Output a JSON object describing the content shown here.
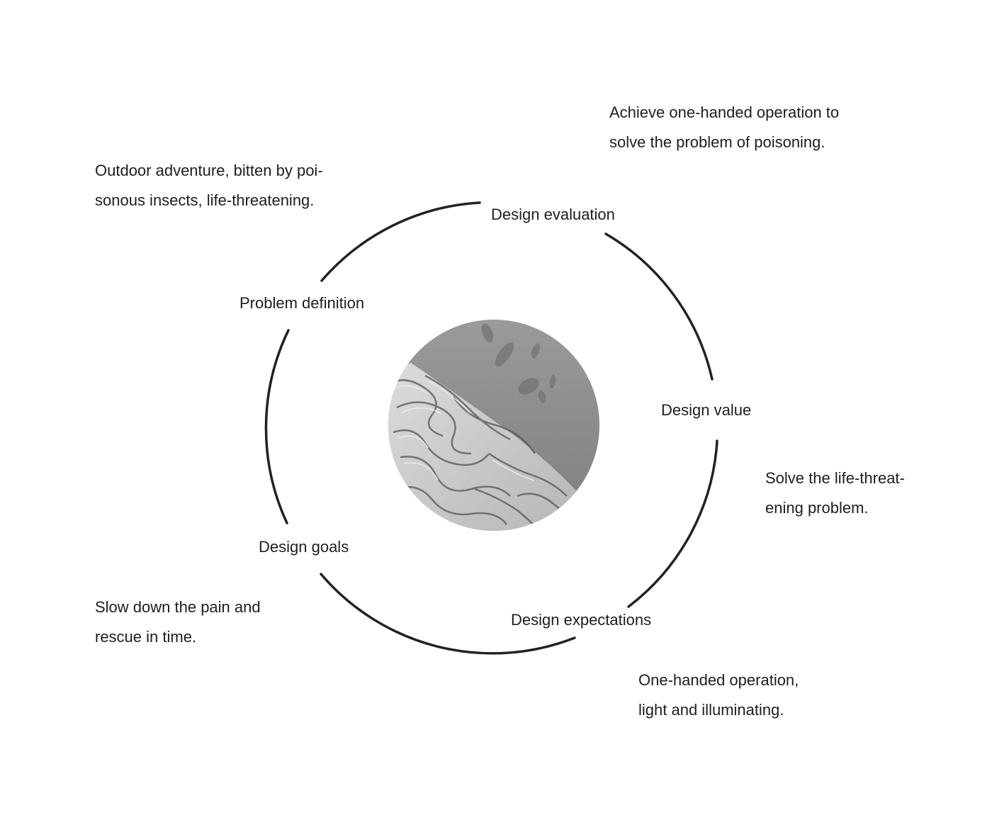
{
  "diagram": {
    "stages": [
      {
        "id": "design-evaluation",
        "label": "Design evaluation"
      },
      {
        "id": "design-value",
        "label": "Design value"
      },
      {
        "id": "design-expectations",
        "label": "Design expectations"
      },
      {
        "id": "design-goals",
        "label": "Design goals"
      },
      {
        "id": "problem-definition",
        "label": "Problem definition"
      }
    ],
    "descriptions": {
      "design_evaluation": [
        "Achieve one-handed operation to",
        "solve the problem of poisoning."
      ],
      "problem_definition": [
        "Outdoor adventure, bitten by poi-",
        "sonous insects, life-threatening."
      ],
      "design_value": [
        "Solve the life-threat-",
        "ening problem."
      ],
      "design_goals": [
        "Slow down the pain and",
        "rescue in time."
      ],
      "design_expectations": [
        "One-handed operation,",
        "light and illuminating."
      ]
    },
    "colors": {
      "ring": "#222222",
      "text": "#1e1e1e",
      "image_background": "#8a8a8a"
    },
    "center_image": {
      "icon": "coral-texture-photo"
    }
  }
}
